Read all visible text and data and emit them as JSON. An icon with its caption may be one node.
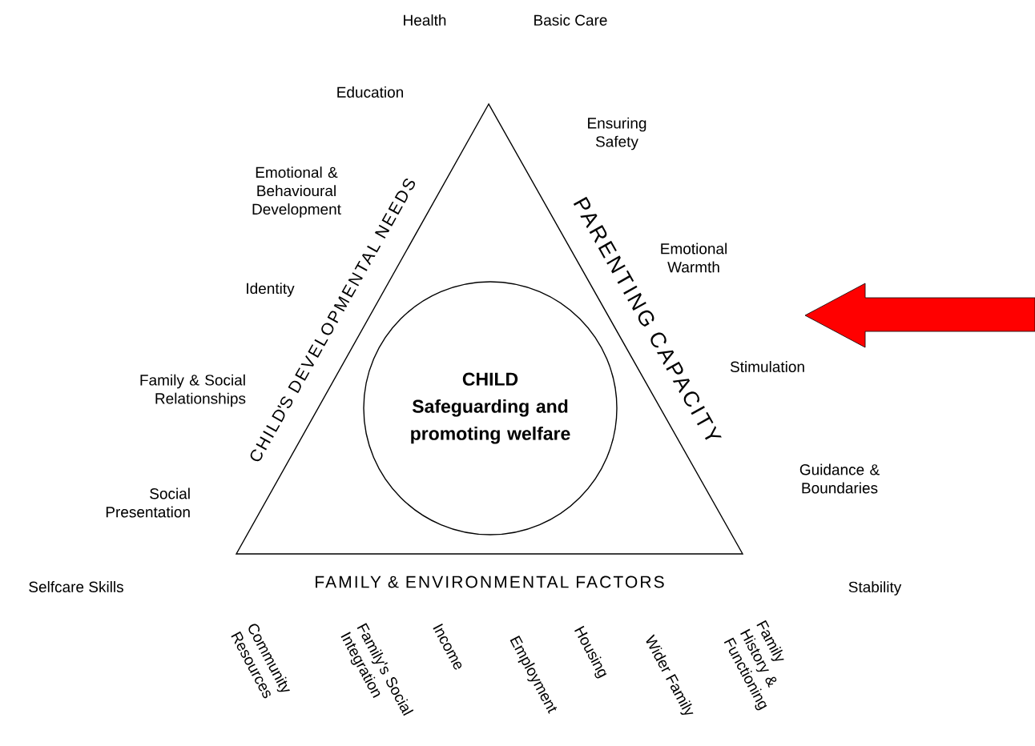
{
  "diagram": {
    "nodes": [
      {
        "text": [
          "CHILD'S DEVELOPMENTAL NEEDS",
          "PARENTING CAPACITY",
          "FAMILY & ENVIRONMENTAL FACTORS"
        ]
      },
      {
        "text": [
          "CHILD",
          "Safeguarding and promoting welfare"
        ],
        "in": 0
      }
    ],
    "labels": [
      "Health",
      "Basic Care",
      "Education",
      "Ensuring Safety",
      "Emotional & Behavioural Development",
      "Emotional Warmth",
      "Identity",
      "Stimulation",
      "Family & Social Relationships",
      "Guidance & Boundaries",
      "Social Presentation",
      "Selfcare Skills",
      "Stability",
      "Community Resources",
      "Family's Social Integration",
      "Income",
      "Employment",
      "Housing",
      "Wider Family",
      "Family History & Functioning"
    ]
  }
}
